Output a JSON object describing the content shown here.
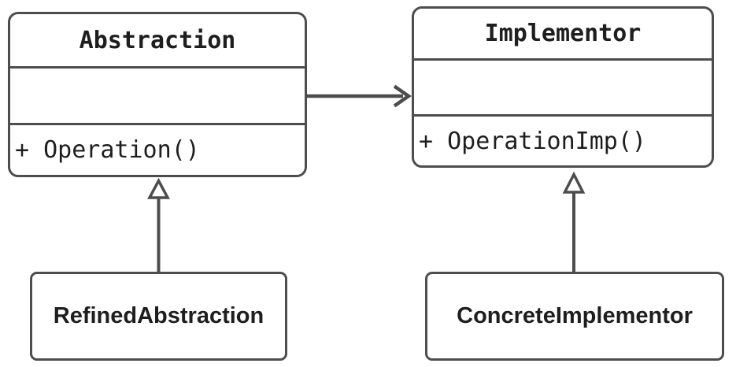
{
  "colors": {
    "background": "#ffffff",
    "stroke": "#4d4d4d",
    "text": "#1e1e1e"
  },
  "classes": {
    "abstraction": {
      "name": "Abstraction",
      "attributes_text": "",
      "operations_text": "+ Operation()"
    },
    "implementor": {
      "name": "Implementor",
      "attributes_text": "",
      "operations_text": "+ OperationImp()"
    },
    "refined_abstraction": {
      "name": "RefinedAbstraction"
    },
    "concrete_implementor": {
      "name": "ConcreteImplementor"
    }
  },
  "relationships": [
    {
      "type": "directed-association",
      "from": "Abstraction",
      "to": "Implementor"
    },
    {
      "type": "generalization",
      "from": "RefinedAbstraction",
      "to": "Abstraction"
    },
    {
      "type": "generalization",
      "from": "ConcreteImplementor",
      "to": "Implementor"
    }
  ]
}
